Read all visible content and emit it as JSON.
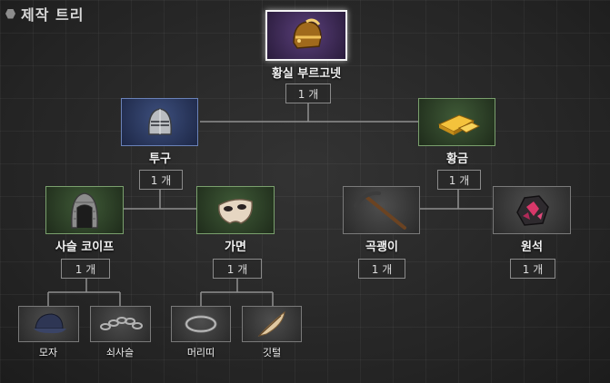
{
  "panel": {
    "title": "제작 트리"
  },
  "root": {
    "name": "황실 부르고넷",
    "qty": "1 개",
    "icon": "golden-burgonet-helmet-icon"
  },
  "nodes": {
    "helmet": {
      "name": "투구",
      "qty": "1 개",
      "icon": "steel-helmet-icon"
    },
    "gold": {
      "name": "황금",
      "qty": "1 개",
      "icon": "gold-ingot-icon"
    },
    "coif": {
      "name": "사슬 코이프",
      "qty": "1 개",
      "icon": "chain-coif-icon"
    },
    "mask": {
      "name": "가면",
      "qty": "1 개",
      "icon": "mask-icon"
    },
    "pickaxe": {
      "name": "곡괭이",
      "qty": "1 개",
      "icon": "pickaxe-icon"
    },
    "ore": {
      "name": "원석",
      "qty": "1 개",
      "icon": "ore-gem-icon"
    }
  },
  "leaves": {
    "hat": {
      "name": "모자",
      "icon": "cap-icon"
    },
    "chain": {
      "name": "쇠사슬",
      "icon": "iron-chain-icon"
    },
    "headband": {
      "name": "머리띠",
      "icon": "headband-icon"
    },
    "feather": {
      "name": "깃털",
      "icon": "feather-icon"
    }
  }
}
